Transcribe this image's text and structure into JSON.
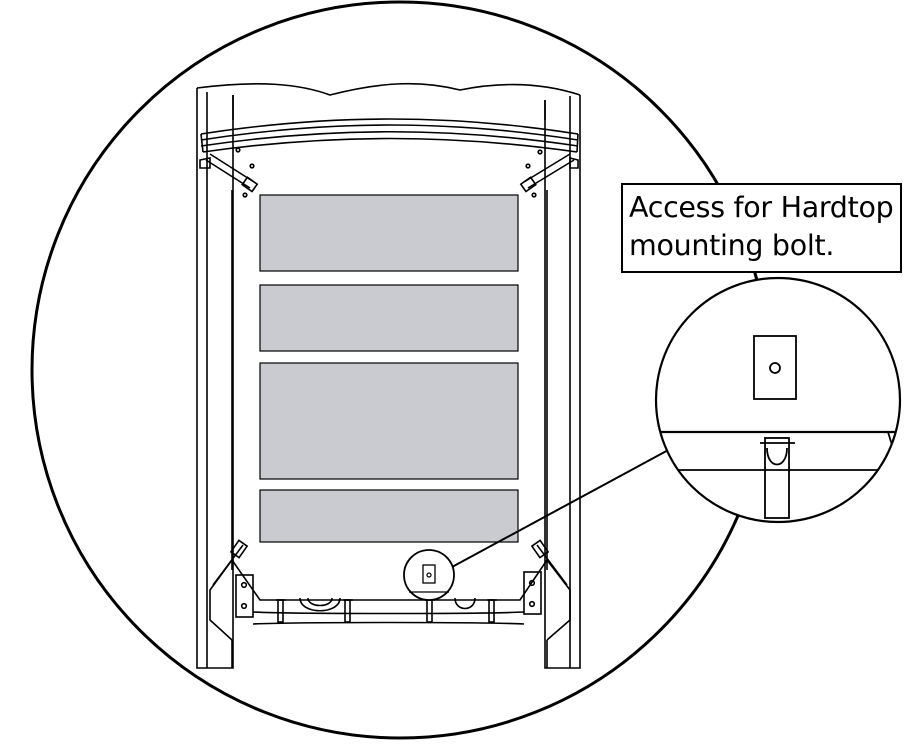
{
  "callout": {
    "line1": "Access for Hardtop",
    "line2": "mounting bolt."
  },
  "colors": {
    "stroke": "#000000",
    "panel_fill": "#c9cbd1",
    "background": "#ffffff"
  },
  "icons": {
    "frame": "door-frame-diagram",
    "detail": "mounting-bolt-access-hole"
  }
}
